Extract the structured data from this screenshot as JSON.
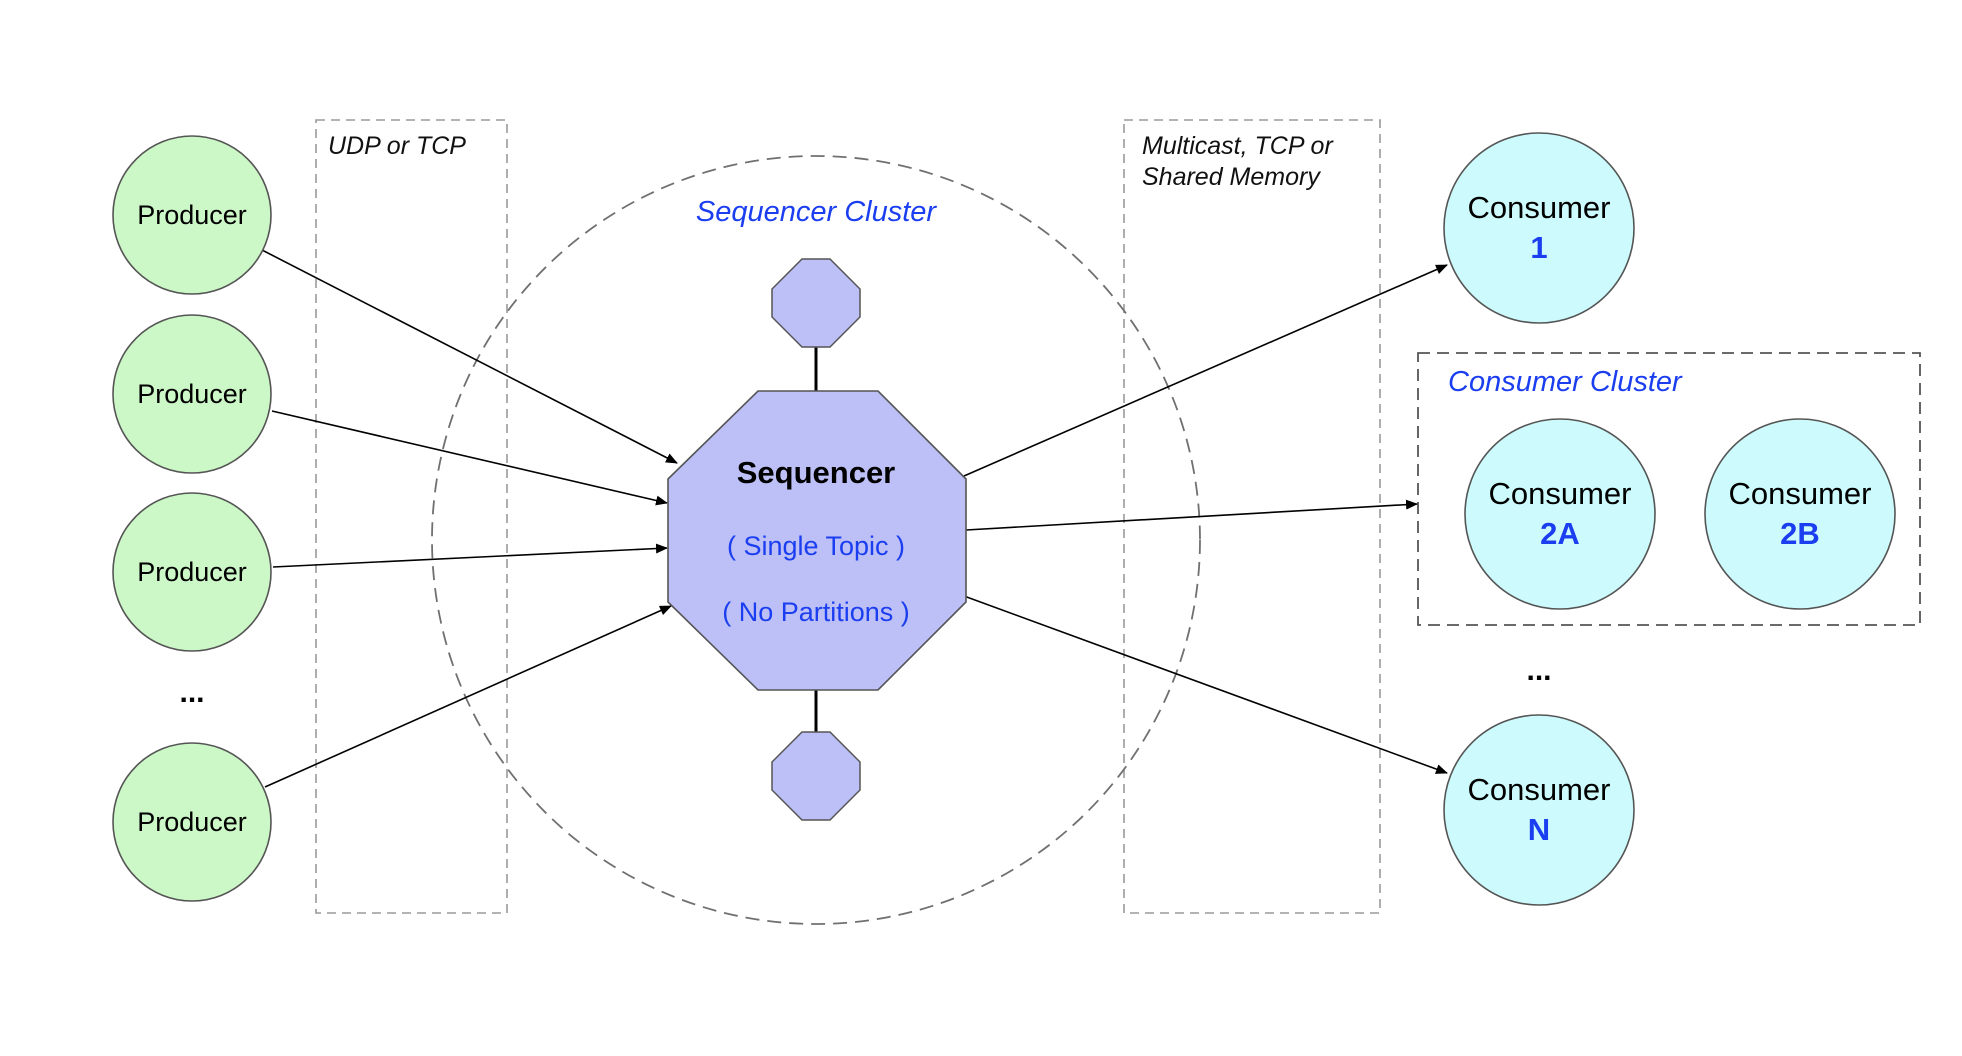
{
  "zones": {
    "left_label": "UDP or TCP",
    "right_label_line1": "Multicast, TCP or",
    "right_label_line2": "Shared Memory"
  },
  "sequencer_cluster": {
    "label": "Sequencer Cluster"
  },
  "sequencer": {
    "title": "Sequencer",
    "line1": "( Single Topic )",
    "line2": "( No Partitions )"
  },
  "producers": {
    "labels": [
      "Producer",
      "Producer",
      "Producer",
      "Producer"
    ],
    "ellipsis": "..."
  },
  "consumers": {
    "c1": {
      "label": "Consumer",
      "id": "1"
    },
    "c2a": {
      "label": "Consumer",
      "id": "2A"
    },
    "c2b": {
      "label": "Consumer",
      "id": "2B"
    },
    "cn": {
      "label": "Consumer",
      "id": "N"
    },
    "ellipsis": "..."
  },
  "consumer_cluster": {
    "label": "Consumer Cluster"
  },
  "colors": {
    "producer_fill": "#ccf7c6",
    "consumer_fill": "#cdfbfd",
    "sequencer_fill": "#bdbff7",
    "accent_blue": "#1a3ef0",
    "dash_stroke": "#8a8a8a"
  }
}
